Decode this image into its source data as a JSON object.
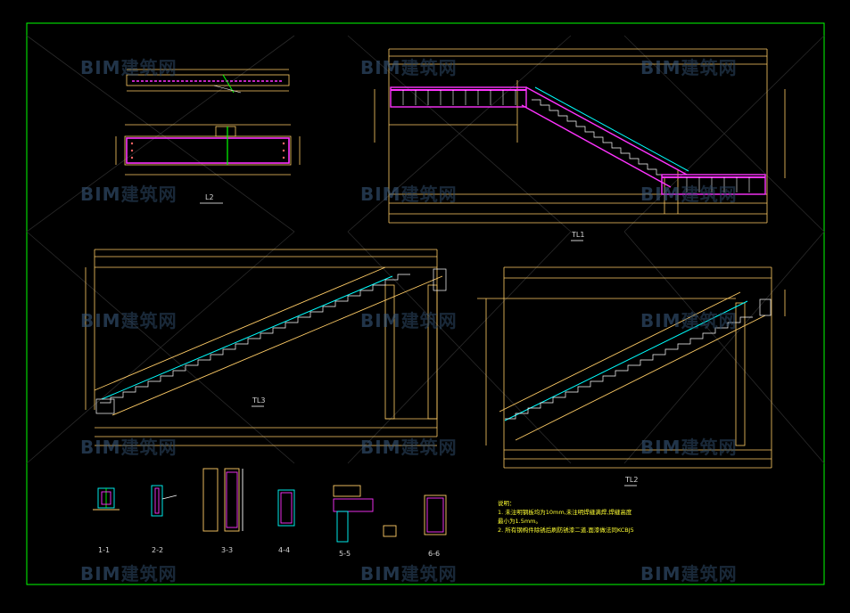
{
  "watermark": {
    "brand": "BIM",
    "suffix": "建筑网"
  },
  "drawings": {
    "l2": "L2",
    "tl1": "TL1",
    "tl3": "TL3",
    "tl2": "TL2"
  },
  "sections": [
    "1-1",
    "2-2",
    "3-3",
    "4-4",
    "5-5",
    "6-6"
  ],
  "notes": {
    "title": "说明：",
    "line1": "1. 未注明钢板均为10mm,未注明焊缝满焊,焊缝高度",
    "line2": "  最小为1.5mm。",
    "line3": "2. 所有钢构件除锈后刷防锈漆二道,面漆做法同KCBJ5"
  },
  "colors": {
    "background": "#000000",
    "frame": "#00ff00",
    "outline": "#ffcc66",
    "dimension": "#e8e8e8",
    "stair": "#00ffff",
    "highlight": "#ff33ff",
    "accent": "#00ff00",
    "note": "#ffff33"
  }
}
